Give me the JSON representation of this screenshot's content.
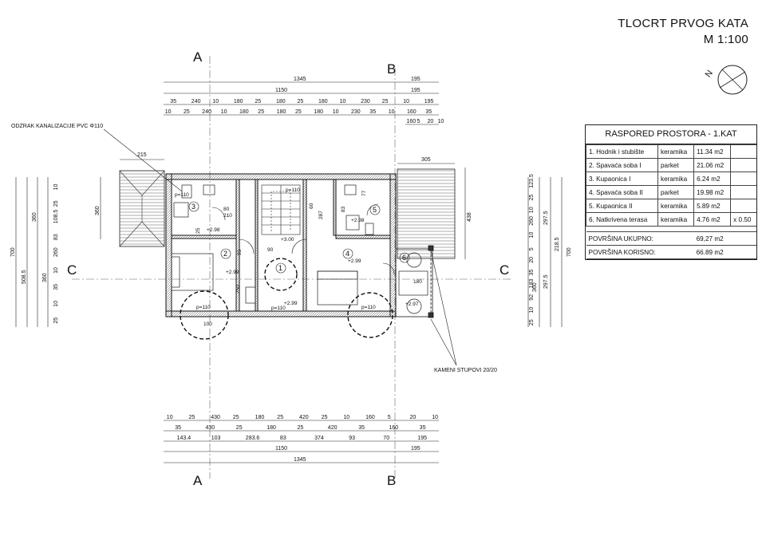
{
  "title": {
    "line1": "TLOCRT PRVOG KATA",
    "line2": "M 1:100"
  },
  "schedule": {
    "heading": "RASPORED PROSTORA - 1.KAT",
    "rooms": [
      {
        "name": "1. Hodnik i stubište",
        "material": "keramika",
        "area": "11.34 m2",
        "factor": ""
      },
      {
        "name": "2. Spavaća soba I",
        "material": "parket",
        "area": "21.06 m2",
        "factor": ""
      },
      {
        "name": "3. Kupaonica I",
        "material": "keramika",
        "area": "6.24 m2",
        "factor": ""
      },
      {
        "name": "4. Spavaća soba II",
        "material": "parket",
        "area": "19.98 m2",
        "factor": ""
      },
      {
        "name": "5. Kupaonica II",
        "material": "keramika",
        "area": "5.89 m2",
        "factor": ""
      },
      {
        "name": "6. Natkrivena terasa",
        "material": "keramika",
        "area": "4.76 m2",
        "factor": "x 0.50"
      }
    ],
    "total_label": "POVRŠINA UKUPNO:",
    "total_value": "69,27 m2",
    "usable_label": "POVRŠINA KORISNO:",
    "usable_value": "66.89 m2"
  },
  "sections": {
    "a": "A",
    "b": "B",
    "c": "C"
  },
  "north": "N",
  "annotations": {
    "drain": "ODZRAK KANALIZACIJE PVC Φ110",
    "columns": "KAMENI STUPOVI 20/20"
  },
  "dims": {
    "top": {
      "total": "1345",
      "main": "1150",
      "ext": "195",
      "r1": [
        "35",
        "240",
        "10",
        "180",
        "25",
        "180",
        "25",
        "180",
        "10",
        "230",
        "25",
        "10",
        "195"
      ],
      "r2": [
        "10",
        "25",
        "240",
        "10",
        "180",
        "25",
        "180",
        "25",
        "180",
        "10",
        "230",
        "35",
        "10",
        "160",
        "35"
      ],
      "r3": [
        "160",
        "5",
        "20",
        "10"
      ],
      "terrace": "305",
      "roof": "215"
    },
    "bottom": {
      "r1": [
        "10",
        "25",
        "430",
        "25",
        "180",
        "25",
        "420",
        "25",
        "10",
        "160",
        "5",
        "20",
        "10"
      ],
      "r2": [
        "35",
        "430",
        "25",
        "180",
        "25",
        "420",
        "35",
        "160",
        "35"
      ],
      "r3": [
        "143.4",
        "103",
        "283.6",
        "83",
        "374",
        "93",
        "70",
        "195"
      ],
      "main": "1150",
      "ext": "195",
      "total": "1345"
    },
    "left": {
      "total": "700",
      "a": "508.5",
      "b": "360",
      "c": "360",
      "d": [
        "10",
        "25",
        "108.5",
        "83",
        "260",
        "10",
        "35",
        "10",
        "25"
      ],
      "roof": "360"
    },
    "right": {
      "total": "700",
      "a": "218.5",
      "b": "297.5",
      "c": "297.5",
      "d": "360",
      "e": [
        "123.5",
        "25",
        "10",
        "260",
        "10",
        "5",
        "20",
        "35",
        "183",
        "92",
        "10",
        "25"
      ],
      "terrace": "438"
    }
  },
  "rooms_plan": {
    "r1": "1",
    "r2": "2",
    "r3": "3",
    "r4": "4",
    "r5": "5",
    "r6": "6",
    "lvl1": "+3.00",
    "lvl2": "+2.99",
    "lvl3": "+2.99",
    "lvl4": "+2.99",
    "lvl5": "+2.98",
    "lvl6": "+2.98",
    "lvl7": "+2.97",
    "p110": "p=110",
    "p110b": "p=110",
    "p110c": "p=110",
    "p110d": "p=110",
    "p110e": "p=110",
    "d80": "80",
    "d210": "210",
    "d90": "90",
    "d100": "100",
    "d250": "250",
    "d93": "93",
    "d287": "287",
    "d83": "83",
    "d77": "77",
    "d25": "25",
    "d60": "60",
    "d180": "180"
  }
}
